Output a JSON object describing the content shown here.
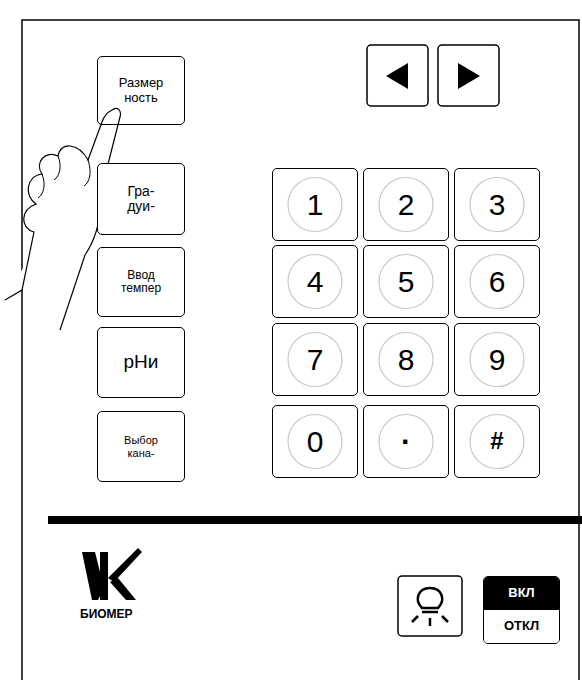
{
  "diagram": {
    "nodes": [
      {
        "text": [
          "Размер ность"
        ]
      },
      {
        "text": [
          "Гра- дуи-"
        ]
      },
      {
        "text": [
          "Ввод темпер"
        ]
      },
      {
        "text": [
          "рНи"
        ]
      },
      {
        "text": [
          "Выбор кана-"
        ]
      },
      {
        "text": [
          "1"
        ]
      },
      {
        "text": [
          "2"
        ]
      },
      {
        "text": [
          "3"
        ]
      },
      {
        "text": [
          "4"
        ]
      },
      {
        "text": [
          "5"
        ]
      },
      {
        "text": [
          "6"
        ]
      },
      {
        "text": [
          "7"
        ]
      },
      {
        "text": [
          "8"
        ]
      },
      {
        "text": [
          "9"
        ]
      },
      {
        "text": [
          "0"
        ]
      },
      {
        "text": [
          "·"
        ]
      },
      {
        "text": [
          "#"
        ]
      },
      {
        "text": [
          "ВКЛ",
          "ОТКЛ"
        ]
      }
    ],
    "labels": [
      "БИОМЕР"
    ]
  }
}
